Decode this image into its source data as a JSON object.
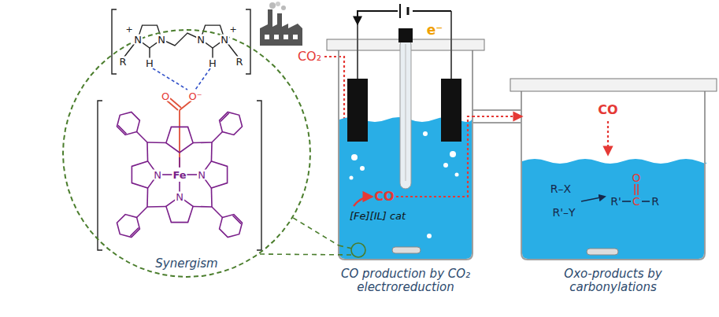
{
  "diagram": {
    "nodes": [
      {
        "text": [
          "Synergism"
        ]
      },
      {
        "text": [
          "CO",
          "[Fe][IL] cat",
          "CO production by CO₂ electroreduction"
        ]
      },
      {
        "text": [
          "CO",
          "Oxo-products by carbonylations"
        ]
      }
    ],
    "edges": [
      {
        "from": 0,
        "to": 1,
        "arrow": "none"
      },
      {
        "from": 1,
        "to": 2,
        "arrow": "to"
      }
    ],
    "labels": [
      "CO₂",
      "e⁻",
      "+",
      "N",
      "N",
      "N",
      "N",
      "+",
      "R",
      "R",
      "H",
      "H",
      "O",
      "O⁻",
      "N",
      "Fe",
      "N",
      "N",
      "R–X",
      "R'–Y",
      "R'",
      "C",
      "O",
      "R"
    ]
  }
}
